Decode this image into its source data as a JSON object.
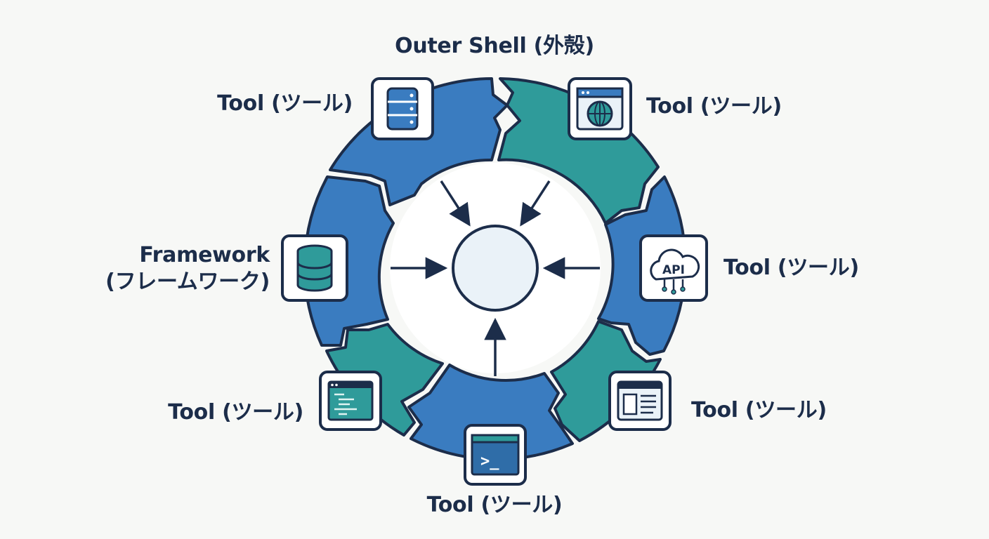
{
  "title": "Outer Shell (外殻)",
  "framework": {
    "label_line1": "Framework",
    "label_line2": "(フレームワーク)",
    "icon": "database-icon"
  },
  "tools": [
    {
      "id": "top-left",
      "label": "Tool (ツール)",
      "icon": "database-icon"
    },
    {
      "id": "top-right",
      "label": "Tool (ツール)",
      "icon": "globe-browser-icon"
    },
    {
      "id": "right",
      "label": "Tool (ツール)",
      "icon": "api-cloud-icon",
      "icon_text": "API"
    },
    {
      "id": "bottom-right",
      "label": "Tool (ツール)",
      "icon": "document-window-icon"
    },
    {
      "id": "bottom",
      "label": "Tool (ツール)",
      "icon": "terminal-icon",
      "icon_text": ">_"
    },
    {
      "id": "bottom-left",
      "label": "Tool (ツール)",
      "icon": "code-editor-icon"
    }
  ],
  "colors": {
    "blue": "#3a7cc0",
    "teal": "#2f9b9a",
    "outline": "#1c2d4a",
    "core_fill": "#eaf2f8",
    "background": "#f7f8f6"
  }
}
